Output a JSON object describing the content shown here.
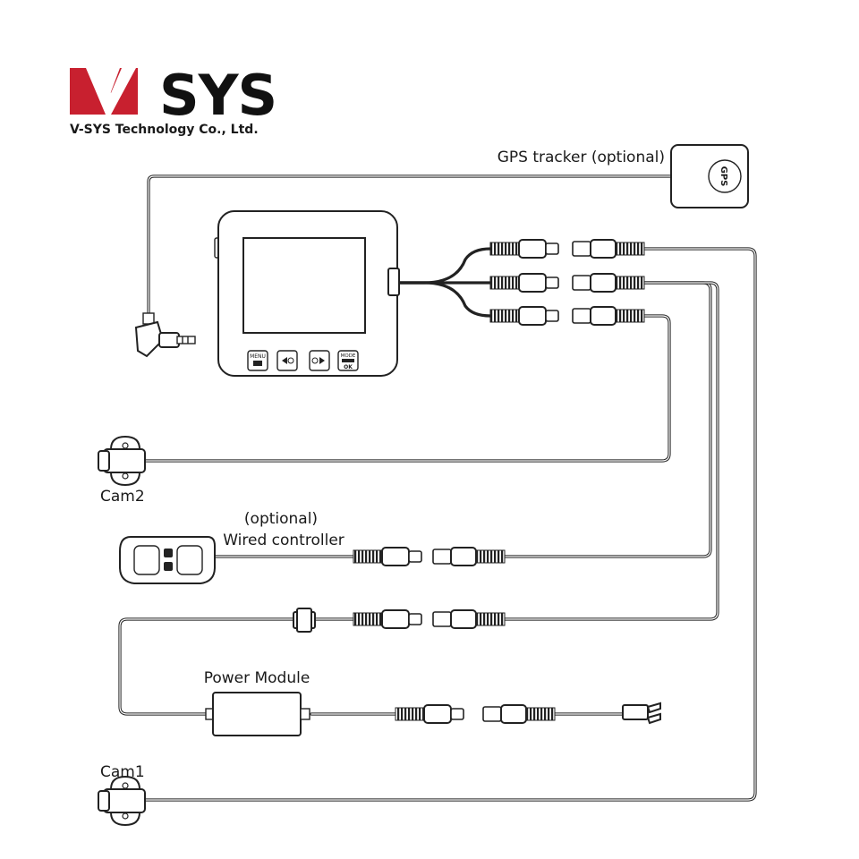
{
  "brand": {
    "company": "V-SYS Technology Co., Ltd.",
    "logo_color": "#c8202f"
  },
  "labels": {
    "gps_tracker": "GPS tracker (optional)",
    "gps_badge": "GPS",
    "cam2": "Cam2",
    "optional": "(optional)",
    "wired_controller": "Wired controller",
    "power_module": "Power Module",
    "cam1": "Cam1"
  },
  "dvr": {
    "buttons": [
      {
        "label": "MENU",
        "icon": "menu-icon"
      },
      {
        "label": "",
        "icon": "rewind-icon"
      },
      {
        "label": "",
        "icon": "forward-icon"
      },
      {
        "label": "MODE",
        "icon": "mode-ok-icon",
        "sub": "OK"
      }
    ]
  },
  "colors": {
    "line": "#222222",
    "background": "#ffffff"
  }
}
